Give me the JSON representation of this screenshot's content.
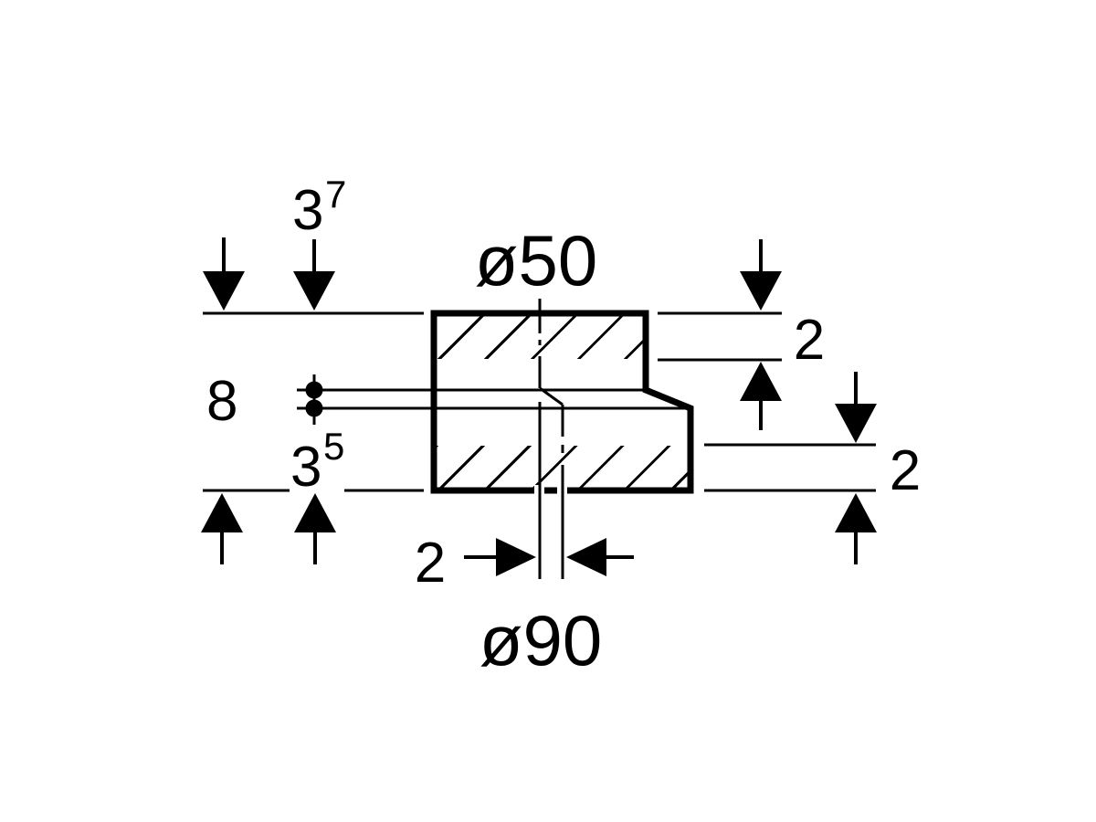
{
  "dims": {
    "total_height": "8",
    "top_height": "3",
    "top_height_sup": "7",
    "bottom_height": "3",
    "bottom_height_sup": "5",
    "top_socket_depth": "2",
    "bottom_socket_depth": "2",
    "axis_offset": "2",
    "top_diameter": "ø50",
    "bottom_diameter": "ø90"
  },
  "colors": {
    "line": "#000000",
    "background": "#ffffff"
  }
}
